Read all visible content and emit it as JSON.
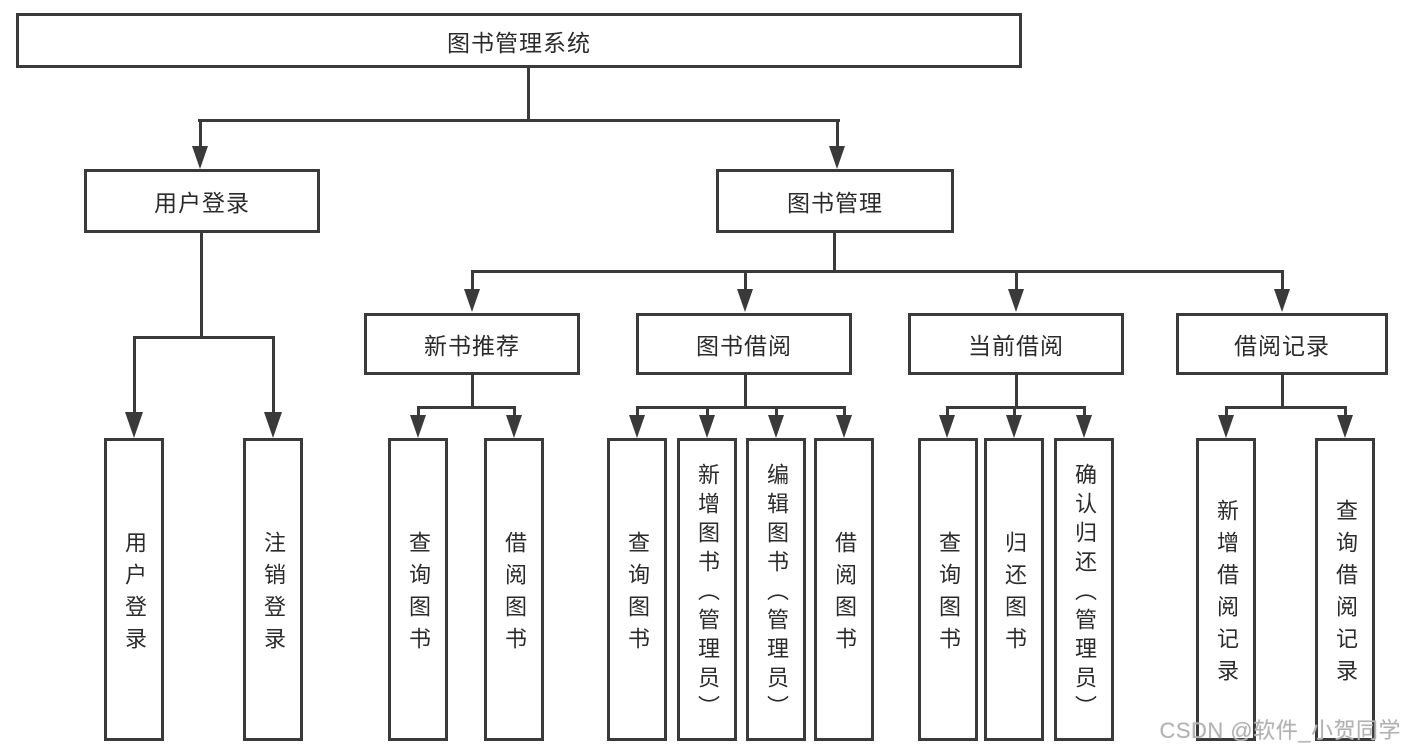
{
  "tree": {
    "root": {
      "label": "图书管理系统",
      "children": [
        {
          "label": "用户登录",
          "children": [
            {
              "label": "用户登录"
            },
            {
              "label": "注销登录"
            }
          ]
        },
        {
          "label": "图书管理",
          "children": [
            {
              "label": "新书推荐",
              "children": [
                {
                  "label": "查询图书"
                },
                {
                  "label": "借阅图书"
                }
              ]
            },
            {
              "label": "图书借阅",
              "children": [
                {
                  "label": "查询图书"
                },
                {
                  "label": "新增图书（管理员）"
                },
                {
                  "label": "编辑图书（管理员）"
                },
                {
                  "label": "借阅图书"
                }
              ]
            },
            {
              "label": "当前借阅",
              "children": [
                {
                  "label": "查询图书"
                },
                {
                  "label": "归还图书"
                },
                {
                  "label": "确认归还（管理员）"
                }
              ]
            },
            {
              "label": "借阅记录",
              "children": [
                {
                  "label": "新增借阅记录"
                },
                {
                  "label": "查询借阅记录"
                }
              ]
            }
          ]
        }
      ]
    }
  },
  "watermark": {
    "text": "CSDN @软件_小贺同学"
  },
  "colors": {
    "line": "#3a3a3a",
    "box_border": "#3a3a3a",
    "text": "#2b2b2b",
    "watermark": "#b2b2b2",
    "background": "#ffffff"
  }
}
